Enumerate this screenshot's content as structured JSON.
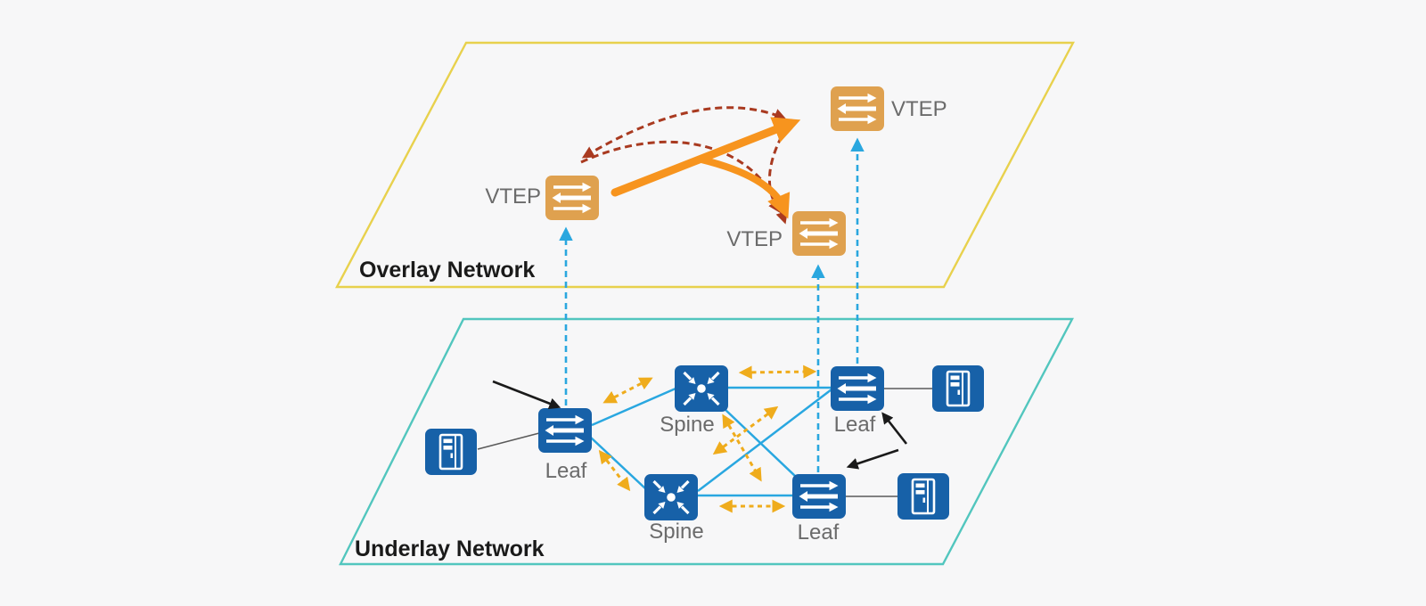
{
  "overlay": {
    "title": "Overlay Network",
    "nodes": {
      "vtep_left": "VTEP",
      "vtep_mid": "VTEP",
      "vtep_right": "VTEP"
    }
  },
  "underlay": {
    "title": "Underlay Network",
    "nodes": {
      "leaf_left": "Leaf",
      "leaf_top_right": "Leaf",
      "leaf_bottom_right": "Leaf",
      "spine_top": "Spine",
      "spine_bottom": "Spine"
    }
  },
  "icons": {
    "switch_icon": "rounded square with bidirectional white arrows",
    "router_icon": "rounded square with four inward arrows and center dot",
    "server_icon": "rounded square with white tower server"
  },
  "colors": {
    "background": "#f7f7f8",
    "overlay_border": "#e8d14d",
    "underlay_border": "#52c6be",
    "fabric_link_blue": "#29a7e0",
    "vtep_tunnel_dashed_blue": "#2aa7df",
    "gold_dashed_arrow": "#efac1c",
    "thick_tunnel_orange": "#f7941e",
    "dashed_tunnel_dark_red": "#a93a20",
    "switch_fill_blue": "#1761a8",
    "vtep_fill_orange": "#dfa14f",
    "black_pointer": "#1a1a1a",
    "node_label_gray": "#6b6b6b"
  }
}
